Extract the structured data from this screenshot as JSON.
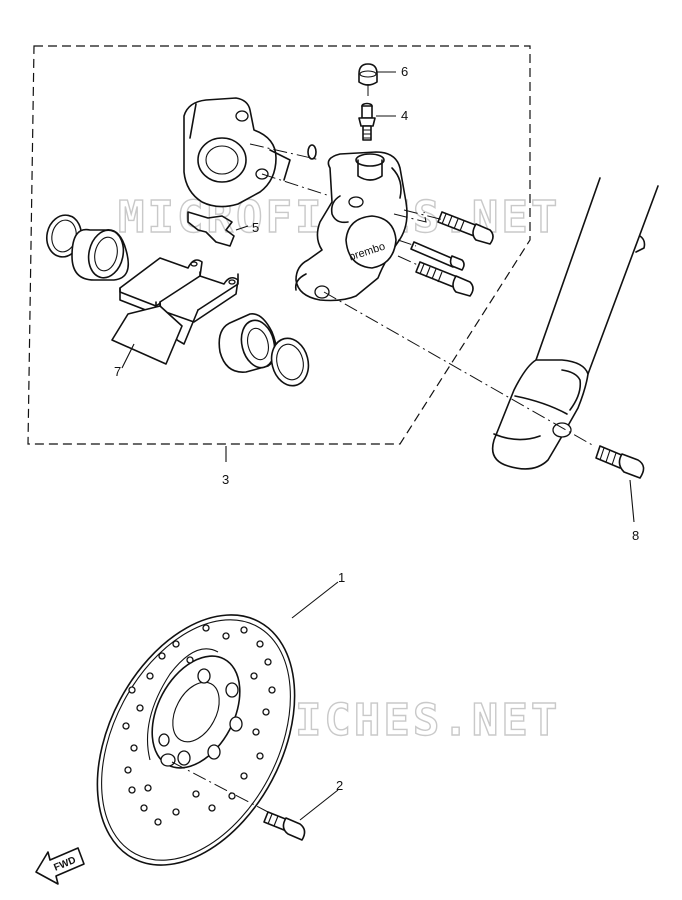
{
  "watermarks": [
    "MICROFICHES.NET",
    "MICROFICHES.NET"
  ],
  "caliper_brand": "brembo",
  "fwd_label": "FWD",
  "callouts": [
    {
      "id": "part-1",
      "text": "1"
    },
    {
      "id": "part-2",
      "text": "2"
    },
    {
      "id": "part-3",
      "text": "3"
    },
    {
      "id": "part-4",
      "text": "4"
    },
    {
      "id": "part-5",
      "text": "5"
    },
    {
      "id": "part-6",
      "text": "6"
    },
    {
      "id": "part-7",
      "text": "7"
    },
    {
      "id": "part-8",
      "text": "8"
    }
  ]
}
